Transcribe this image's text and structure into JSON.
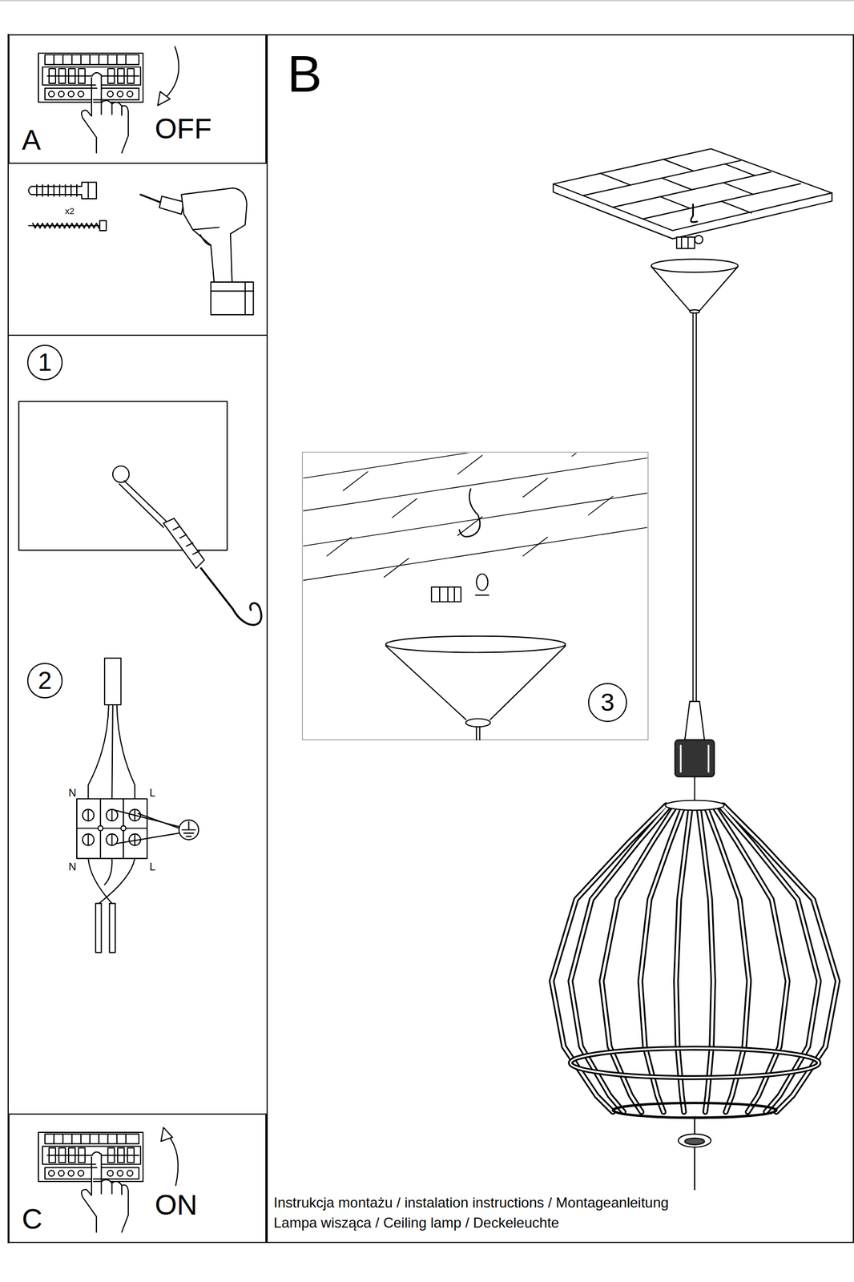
{
  "diagram": {
    "nodes": [
      {
        "text": [
          "A",
          "OFF"
        ]
      },
      {
        "text": [
          "B"
        ]
      },
      {
        "text": [
          "1"
        ]
      },
      {
        "text": [
          "2"
        ]
      },
      {
        "text": [
          "3"
        ],
        "in": 1
      },
      {
        "text": [
          "C",
          "ON"
        ]
      }
    ],
    "labels": [
      "x2",
      "N",
      "L",
      "N",
      "L",
      "Instrukcja montażu / instalation instructions / Montageanleitung",
      "Lampa wisząca / Ceiling lamp / Deckeleuchte"
    ]
  }
}
